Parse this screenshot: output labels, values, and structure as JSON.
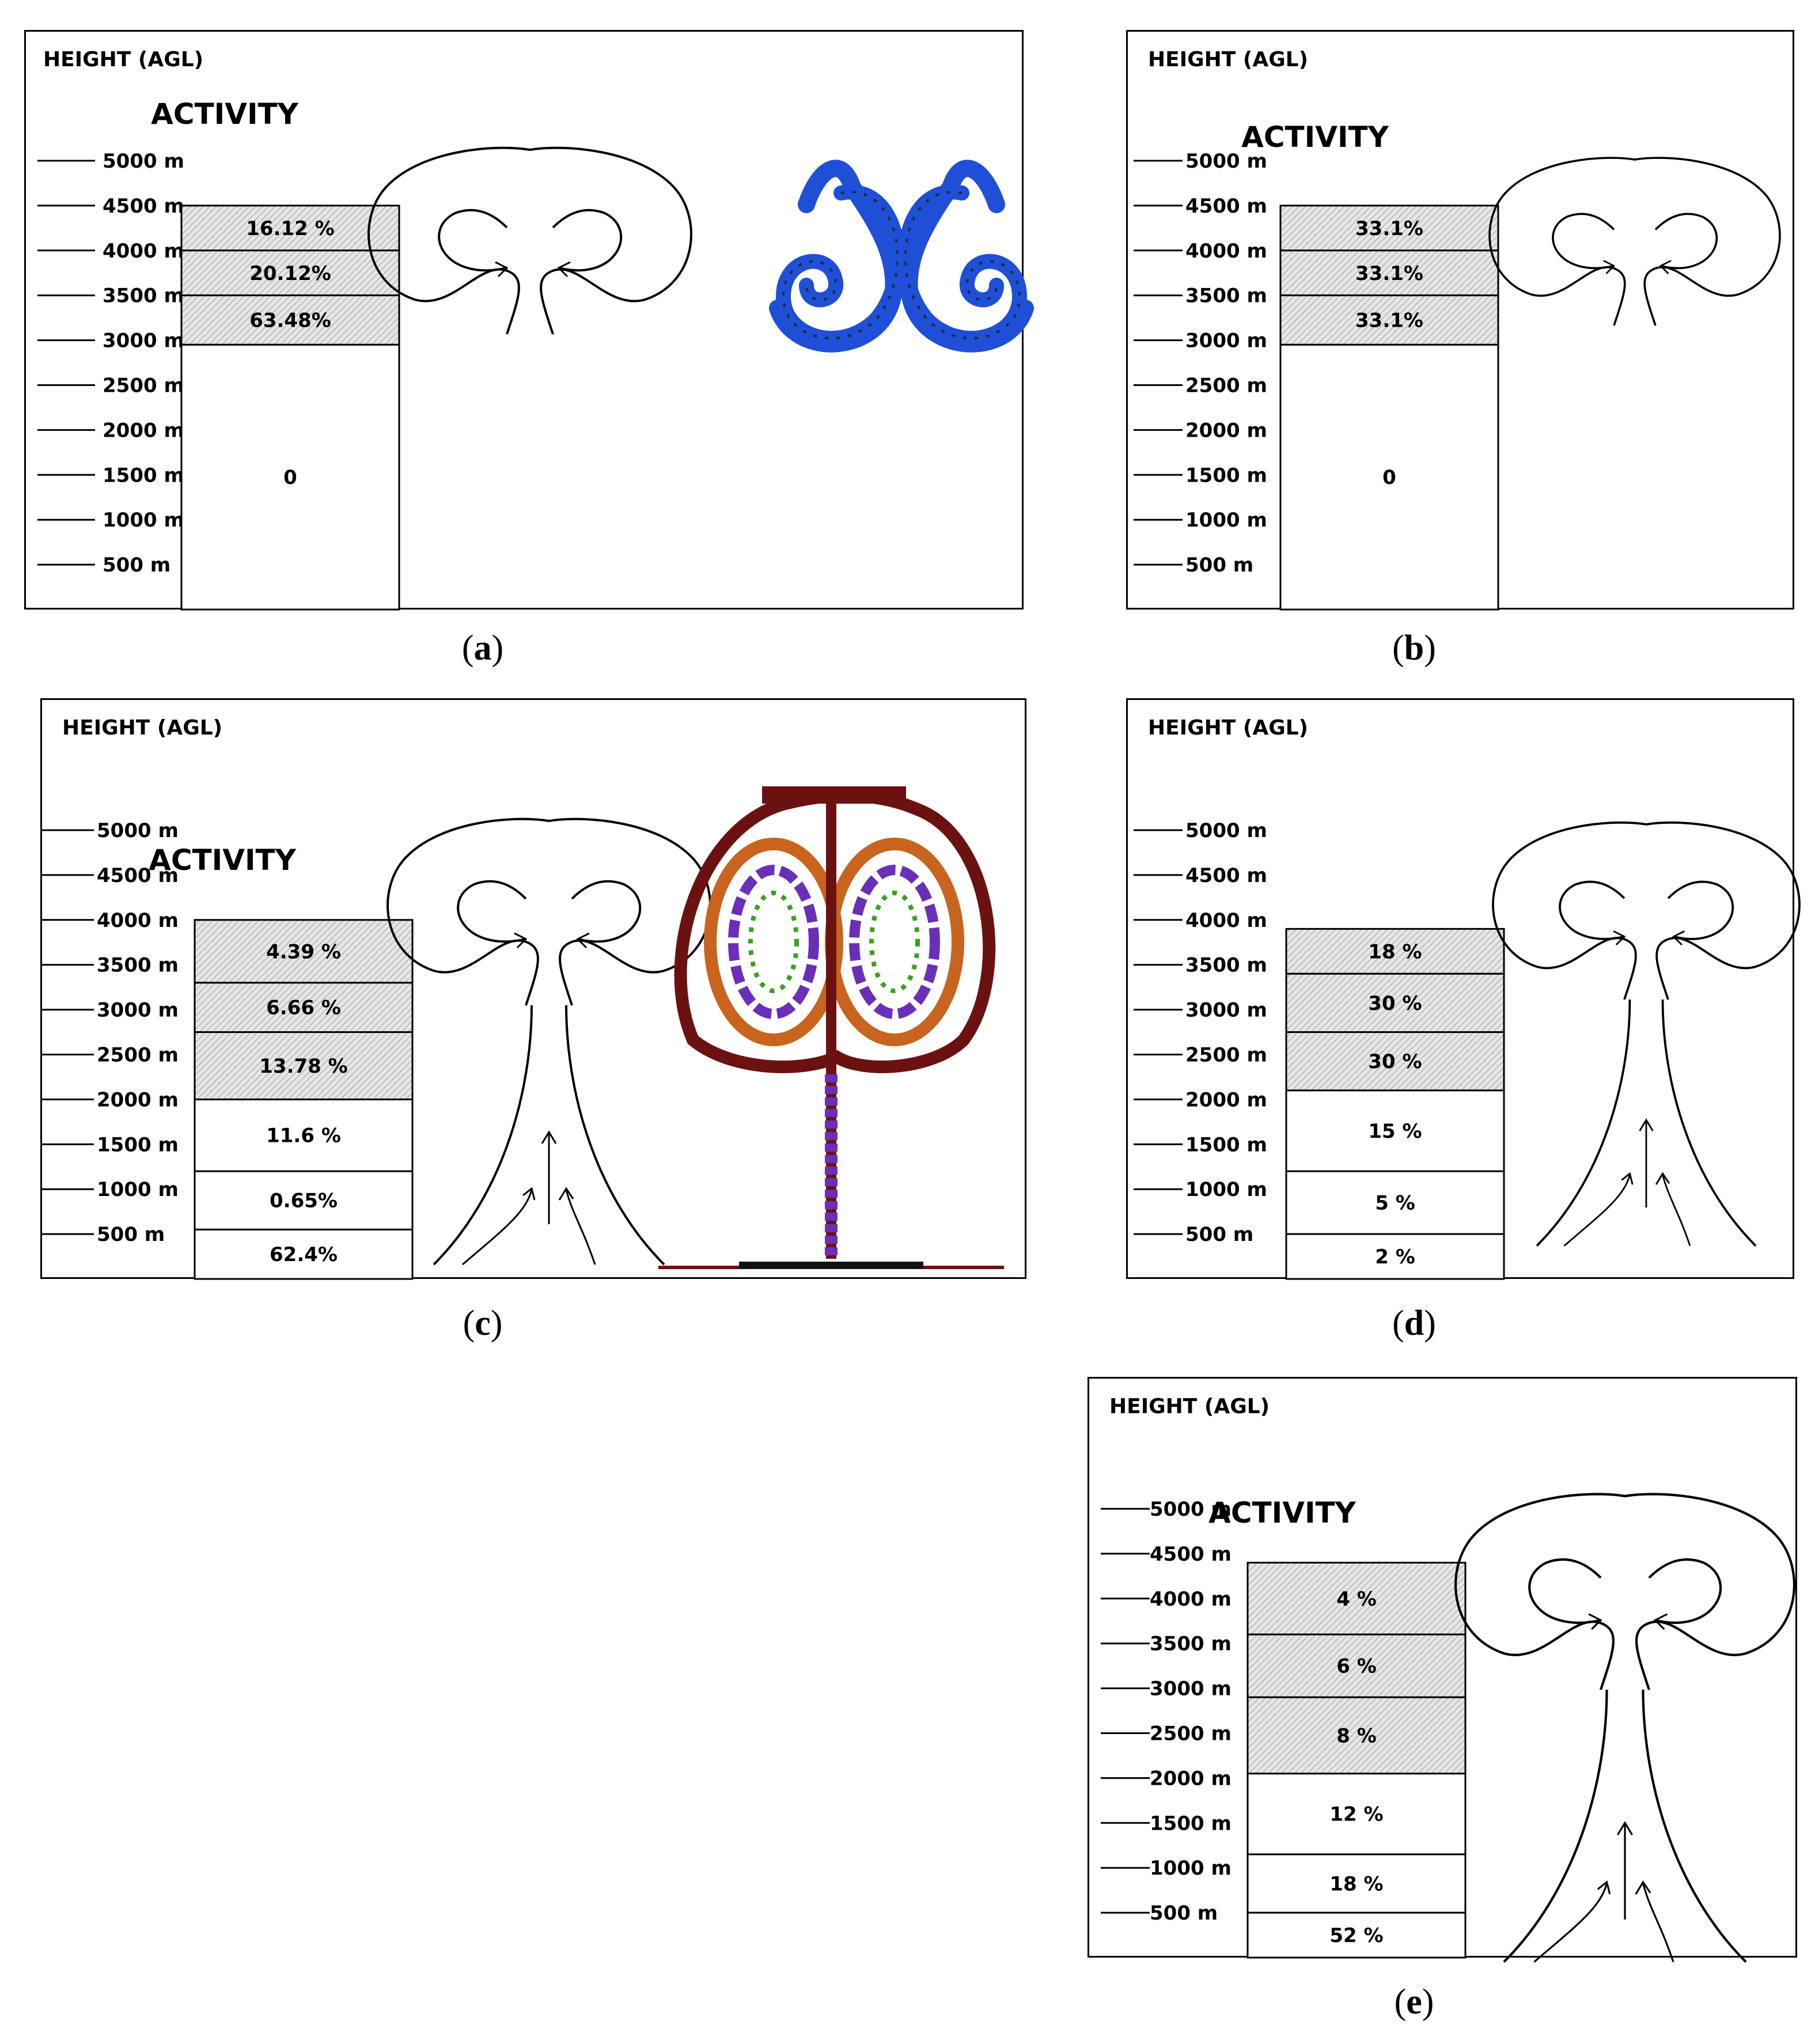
{
  "panels": [
    {
      "id": "a",
      "caption": "a",
      "axis_title": "HEIGHT (AGL)",
      "activity_title": "ACTIVITY",
      "ticks": [
        "5000 m",
        "4500 m",
        "4000 m",
        "3500 m",
        "3000 m",
        "2500 m",
        "2000 m",
        "1500 m",
        "1000 m",
        "500 m"
      ],
      "cells": [
        {
          "label": "16.12 %",
          "shaded": true,
          "top_m": 4500,
          "bottom_m": 4000
        },
        {
          "label": "20.12%",
          "shaded": true,
          "top_m": 4000,
          "bottom_m": 3500
        },
        {
          "label": "63.48%",
          "shaded": true,
          "top_m": 3500,
          "bottom_m": 2950
        },
        {
          "label": "0",
          "shaded": false,
          "top_m": 2950,
          "bottom_m": 0
        }
      ],
      "plume_stage": "detached cloud",
      "simulation_image": "blue-vortex-particles"
    },
    {
      "id": "b",
      "caption": "b",
      "axis_title": "HEIGHT (AGL)",
      "activity_title": "ACTIVITY",
      "ticks": [
        "5000 m",
        "4500 m",
        "4000 m",
        "3500 m",
        "3000 m",
        "2500 m",
        "2000 m",
        "1500 m",
        "1000 m",
        "500 m"
      ],
      "cells": [
        {
          "label": "33.1%",
          "shaded": true,
          "top_m": 4500,
          "bottom_m": 4000
        },
        {
          "label": "33.1%",
          "shaded": true,
          "top_m": 4000,
          "bottom_m": 3500
        },
        {
          "label": "33.1%",
          "shaded": true,
          "top_m": 3500,
          "bottom_m": 2950
        },
        {
          "label": "0",
          "shaded": false,
          "top_m": 2950,
          "bottom_m": 0
        }
      ],
      "plume_stage": "detached cloud",
      "simulation_image": ""
    },
    {
      "id": "c",
      "caption": "c",
      "axis_title": "HEIGHT (AGL)",
      "activity_title": "ACTIVITY",
      "ticks": [
        "5000 m",
        "4500 m",
        "4000 m",
        "3500 m",
        "3000 m",
        "2500 m",
        "2000 m",
        "1500 m",
        "1000 m",
        "500 m"
      ],
      "cells": [
        {
          "label": "4.39 %",
          "shaded": true,
          "top_m": 4000,
          "bottom_m": 3300
        },
        {
          "label": "6.66 %",
          "shaded": true,
          "top_m": 3300,
          "bottom_m": 2750
        },
        {
          "label": "13.78 %",
          "shaded": true,
          "top_m": 2750,
          "bottom_m": 2000
        },
        {
          "label": "11.6 %",
          "shaded": false,
          "top_m": 2000,
          "bottom_m": 1200
        },
        {
          "label": "0.65%",
          "shaded": false,
          "top_m": 1200,
          "bottom_m": 550
        },
        {
          "label": "62.4%",
          "shaded": false,
          "top_m": 550,
          "bottom_m": 0
        }
      ],
      "plume_stage": "mushroom cloud with stem",
      "simulation_image": "mushroom-cloud-particles"
    },
    {
      "id": "d",
      "caption": "d",
      "axis_title": "HEIGHT (AGL)",
      "activity_title": "",
      "ticks": [
        "5000 m",
        "4500 m",
        "4000 m",
        "3500 m",
        "3000 m",
        "2500 m",
        "2000 m",
        "1500 m",
        "1000 m",
        "500 m"
      ],
      "cells": [
        {
          "label": "18 %",
          "shaded": true,
          "top_m": 3900,
          "bottom_m": 3400
        },
        {
          "label": "30 %",
          "shaded": true,
          "top_m": 3400,
          "bottom_m": 2750
        },
        {
          "label": "30 %",
          "shaded": true,
          "top_m": 2750,
          "bottom_m": 2100
        },
        {
          "label": "15 %",
          "shaded": false,
          "top_m": 2100,
          "bottom_m": 1200
        },
        {
          "label": "5 %",
          "shaded": false,
          "top_m": 1200,
          "bottom_m": 500
        },
        {
          "label": "2 %",
          "shaded": false,
          "top_m": 500,
          "bottom_m": 0
        }
      ],
      "plume_stage": "mushroom cloud with stem",
      "simulation_image": ""
    },
    {
      "id": "e",
      "caption": "e",
      "axis_title": "HEIGHT (AGL)",
      "activity_title": "ACTIVITY",
      "ticks": [
        "5000 m",
        "4500 m",
        "4000 m",
        "3500 m",
        "3000 m",
        "2500 m",
        "2000 m",
        "1500 m",
        "1000 m",
        "500 m"
      ],
      "cells": [
        {
          "label": "4 %",
          "shaded": true,
          "top_m": 4400,
          "bottom_m": 3600
        },
        {
          "label": "6 %",
          "shaded": true,
          "top_m": 3600,
          "bottom_m": 2900
        },
        {
          "label": "8 %",
          "shaded": true,
          "top_m": 2900,
          "bottom_m": 2050
        },
        {
          "label": "12 %",
          "shaded": false,
          "top_m": 2050,
          "bottom_m": 1150
        },
        {
          "label": "18 %",
          "shaded": false,
          "top_m": 1150,
          "bottom_m": 500
        },
        {
          "label": "52 %",
          "shaded": false,
          "top_m": 500,
          "bottom_m": 0
        }
      ],
      "plume_stage": "mushroom cloud with stem",
      "simulation_image": ""
    }
  ],
  "colors": {
    "hatch_bg": "#e6e6e6",
    "hatch_line": "#9a9a9a",
    "blue_particles": "#1f4fd6",
    "dark_particles": "#1a2a3a",
    "maroon_particles": "#6b1210",
    "purple_particles": "#6a2fb8",
    "green_particles": "#3aa020",
    "orange_particles": "#c8641e"
  }
}
